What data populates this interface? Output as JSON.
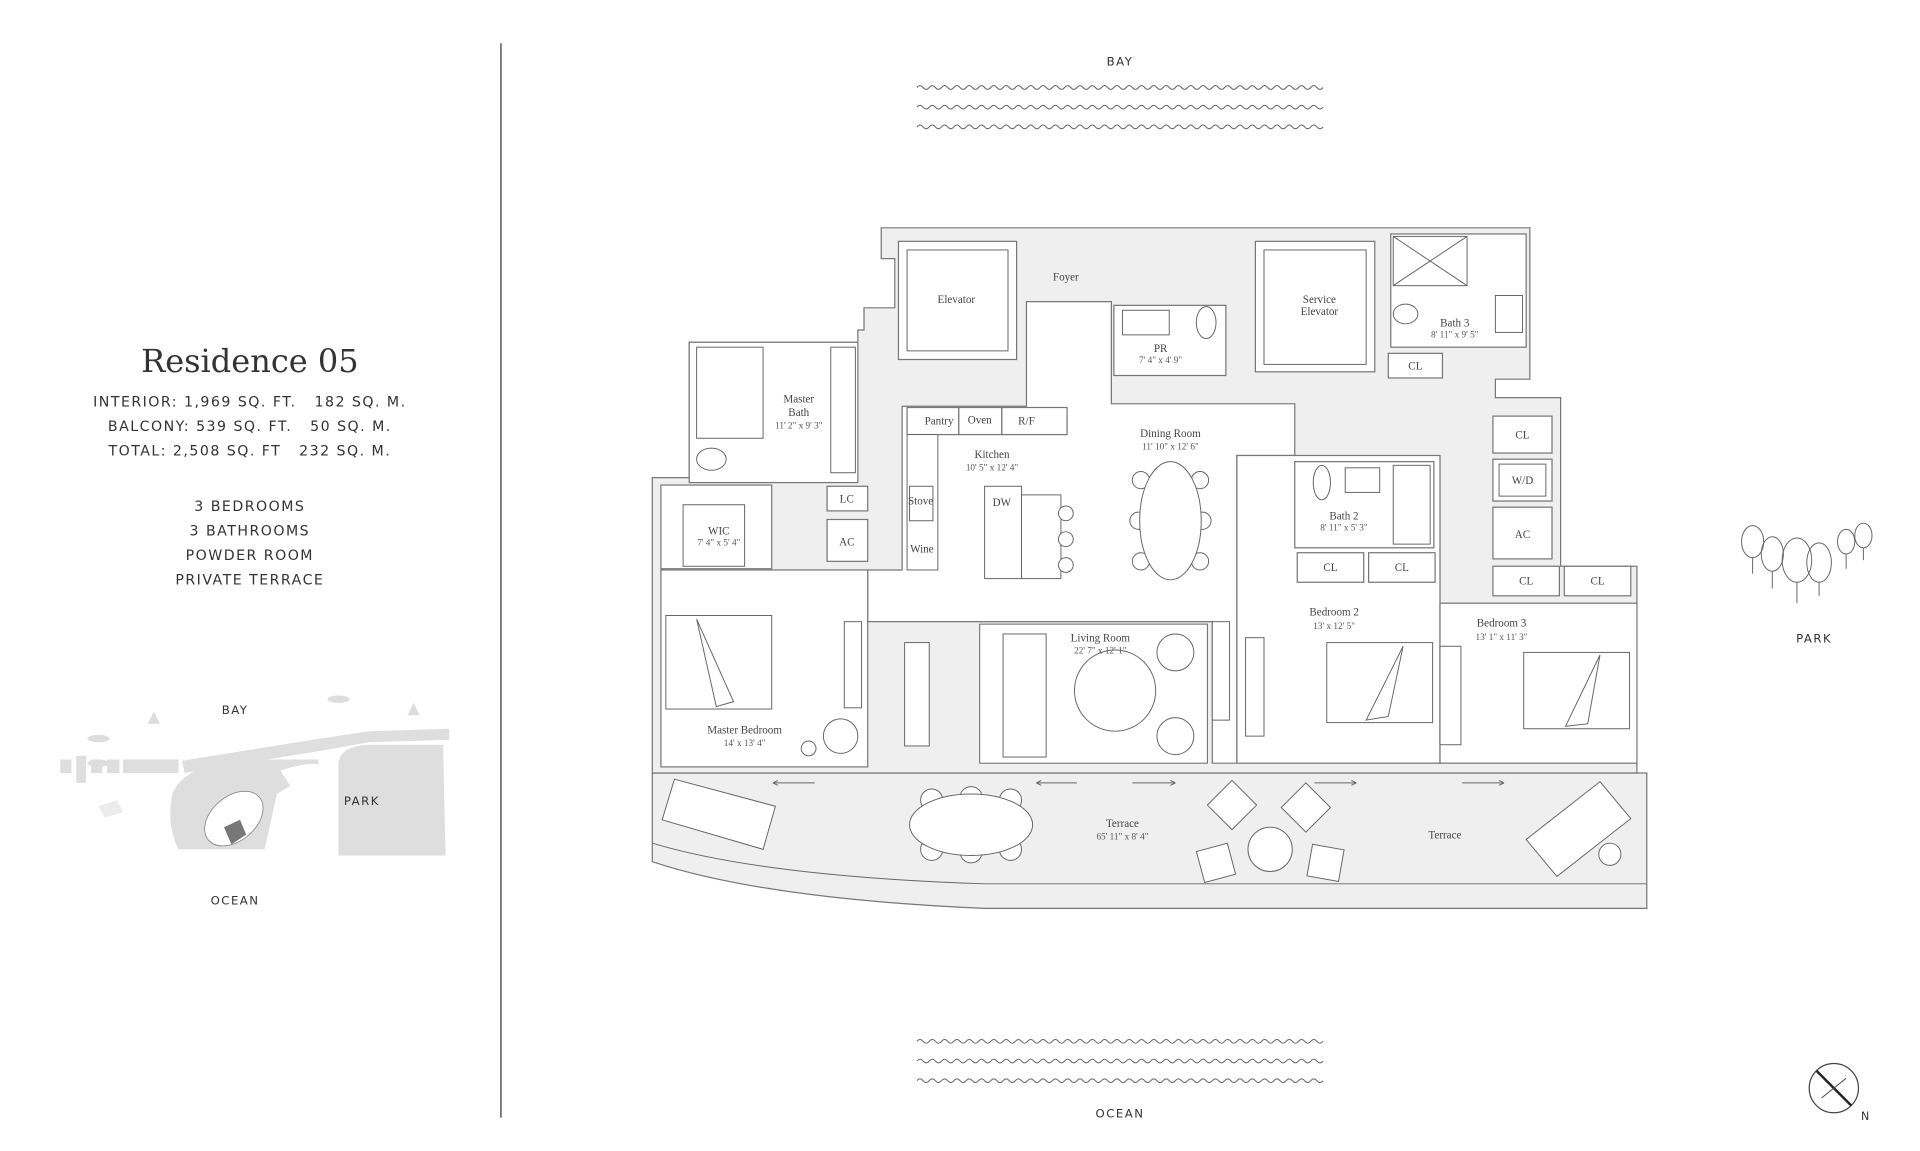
{
  "residence": {
    "title": "Residence 05",
    "areas": [
      "INTERIOR: 1,969 SQ. FT.   182 SQ. M.",
      "BALCONY: 539 SQ. FT.   50 SQ. M.",
      "TOTAL: 2,508 SQ. FT   232 SQ. M."
    ],
    "features": [
      "3 BEDROOMS",
      "3 BATHROOMS",
      "POWDER ROOM",
      "PRIVATE TERRACE"
    ]
  },
  "location_map": {
    "bay": "BAY",
    "park": "PARK",
    "ocean": "OCEAN"
  },
  "orientation": {
    "top": "BAY",
    "bottom": "OCEAN",
    "right": "PARK",
    "north": "N"
  },
  "rooms": {
    "elevator": "Elevator",
    "foyer": "Foyer",
    "pr": {
      "name": "PR",
      "dim": "7' 4\" x 4' 9\""
    },
    "service_elevator": [
      "Service",
      "Elevator"
    ],
    "bath3": {
      "name": "Bath 3",
      "dim": "8' 11\" x 9' 5\""
    },
    "master_bath": {
      "name": [
        "Master",
        "Bath"
      ],
      "dim": "11' 2\" x 9' 3\""
    },
    "wic": {
      "name": "WIC",
      "dim": "7' 4\" x 5' 4\""
    },
    "lc": "LC",
    "ac": "AC",
    "pantry": "Pantry",
    "oven": "Oven",
    "rf": "R/F",
    "kitchen": {
      "name": "Kitchen",
      "dim": "10' 5\" x 12' 4\""
    },
    "stove": "Stove",
    "wine": "Wine",
    "dw": "DW",
    "dining": {
      "name": "Dining Room",
      "dim": "11' 10\" x 12' 6\""
    },
    "bath2": {
      "name": "Bath 2",
      "dim": "8' 11\" x 5' 3\""
    },
    "cl": "CL",
    "wd": "W/D",
    "bedroom2": {
      "name": "Bedroom 2",
      "dim": "13' x 12' 5\""
    },
    "bedroom3": {
      "name": "Bedroom 3",
      "dim": "13' 1\" x 11' 3\""
    },
    "living": {
      "name": "Living Room",
      "dim": "22' 7\" x 12' 1\""
    },
    "master_bedroom": {
      "name": "Master Bedroom",
      "dim": "14' x 13' 4\""
    },
    "terrace": {
      "name": "Terrace",
      "dim": "65' 11\" x 8' 4\""
    },
    "terrace2": "Terrace"
  }
}
